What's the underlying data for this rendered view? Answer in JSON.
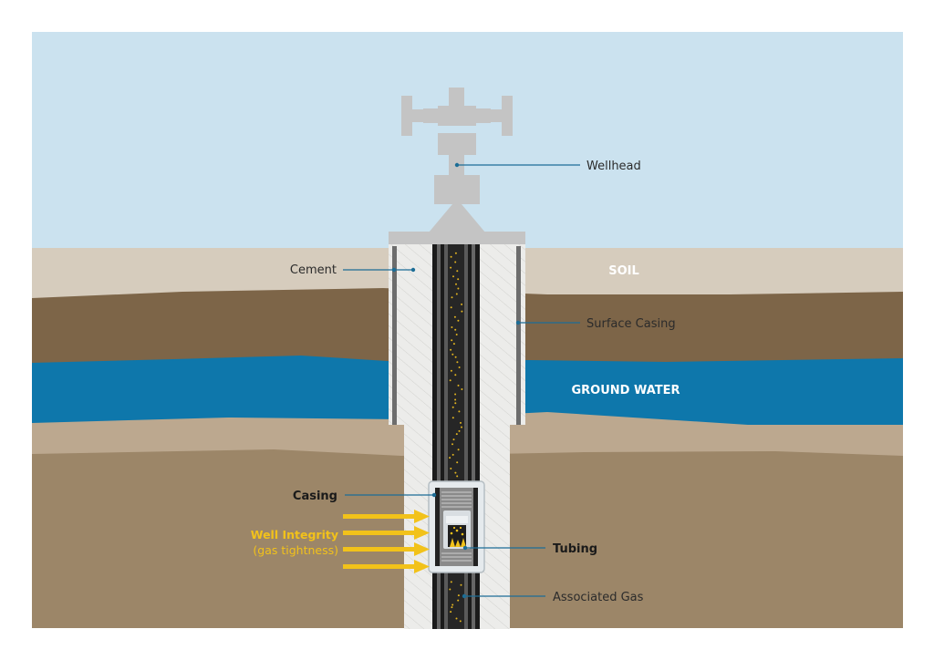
{
  "labels": {
    "wellhead": "Wellhead",
    "cement": "Cement",
    "soil": "SOIL",
    "surface_casing": "Surface Casing",
    "ground_water": "GROUND WATER",
    "casing": "Casing",
    "well_integrity": "Well Integrity",
    "gas_tightness": "(gas tightness)",
    "tubing": "Tubing",
    "associated_gas": "Associated Gas"
  },
  "colors": {
    "sky": "#cbe2ef",
    "soil": "#d6ccbd",
    "dark_earth": "#7d6548",
    "ground_water": "#0e77ab",
    "light_earth": "#bca88f",
    "deep_earth": "#9c8668",
    "wellhead": "#c4c4c4",
    "leader_line": "#1c6d96",
    "gas_arrow": "#f2c21a"
  }
}
